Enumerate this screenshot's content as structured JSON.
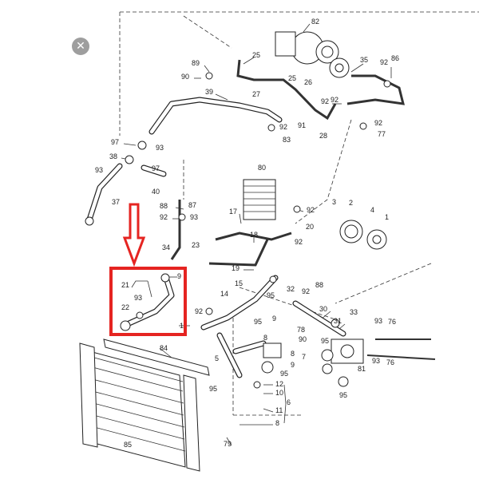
{
  "close_button": {
    "icon": "close-icon",
    "glyph": "✕"
  },
  "highlight": {
    "color": "#e52421",
    "target_parts": [
      "21",
      "93",
      "22",
      "9",
      "1"
    ]
  },
  "labels": [
    "82",
    "25",
    "89",
    "90",
    "35",
    "92",
    "86",
    "26",
    "25",
    "27",
    "39",
    "92",
    "91",
    "92",
    "83",
    "28",
    "92",
    "77",
    "97",
    "93",
    "38",
    "93",
    "97",
    "40",
    "37",
    "80",
    "88",
    "87",
    "92",
    "93",
    "17",
    "92",
    "3",
    "2",
    "4",
    "1",
    "20",
    "18",
    "34",
    "23",
    "92",
    "19",
    "15",
    "32",
    "92",
    "88",
    "14",
    "95",
    "92",
    "95",
    "30",
    "31",
    "33",
    "93",
    "76",
    "9",
    "78",
    "90",
    "8",
    "8",
    "7",
    "9",
    "95",
    "95",
    "81",
    "93",
    "76",
    "95",
    "5",
    "84",
    "95",
    "12",
    "10",
    "6",
    "11",
    "8",
    "79",
    "85",
    "21",
    "93",
    "22",
    "9",
    "1",
    "92"
  ]
}
